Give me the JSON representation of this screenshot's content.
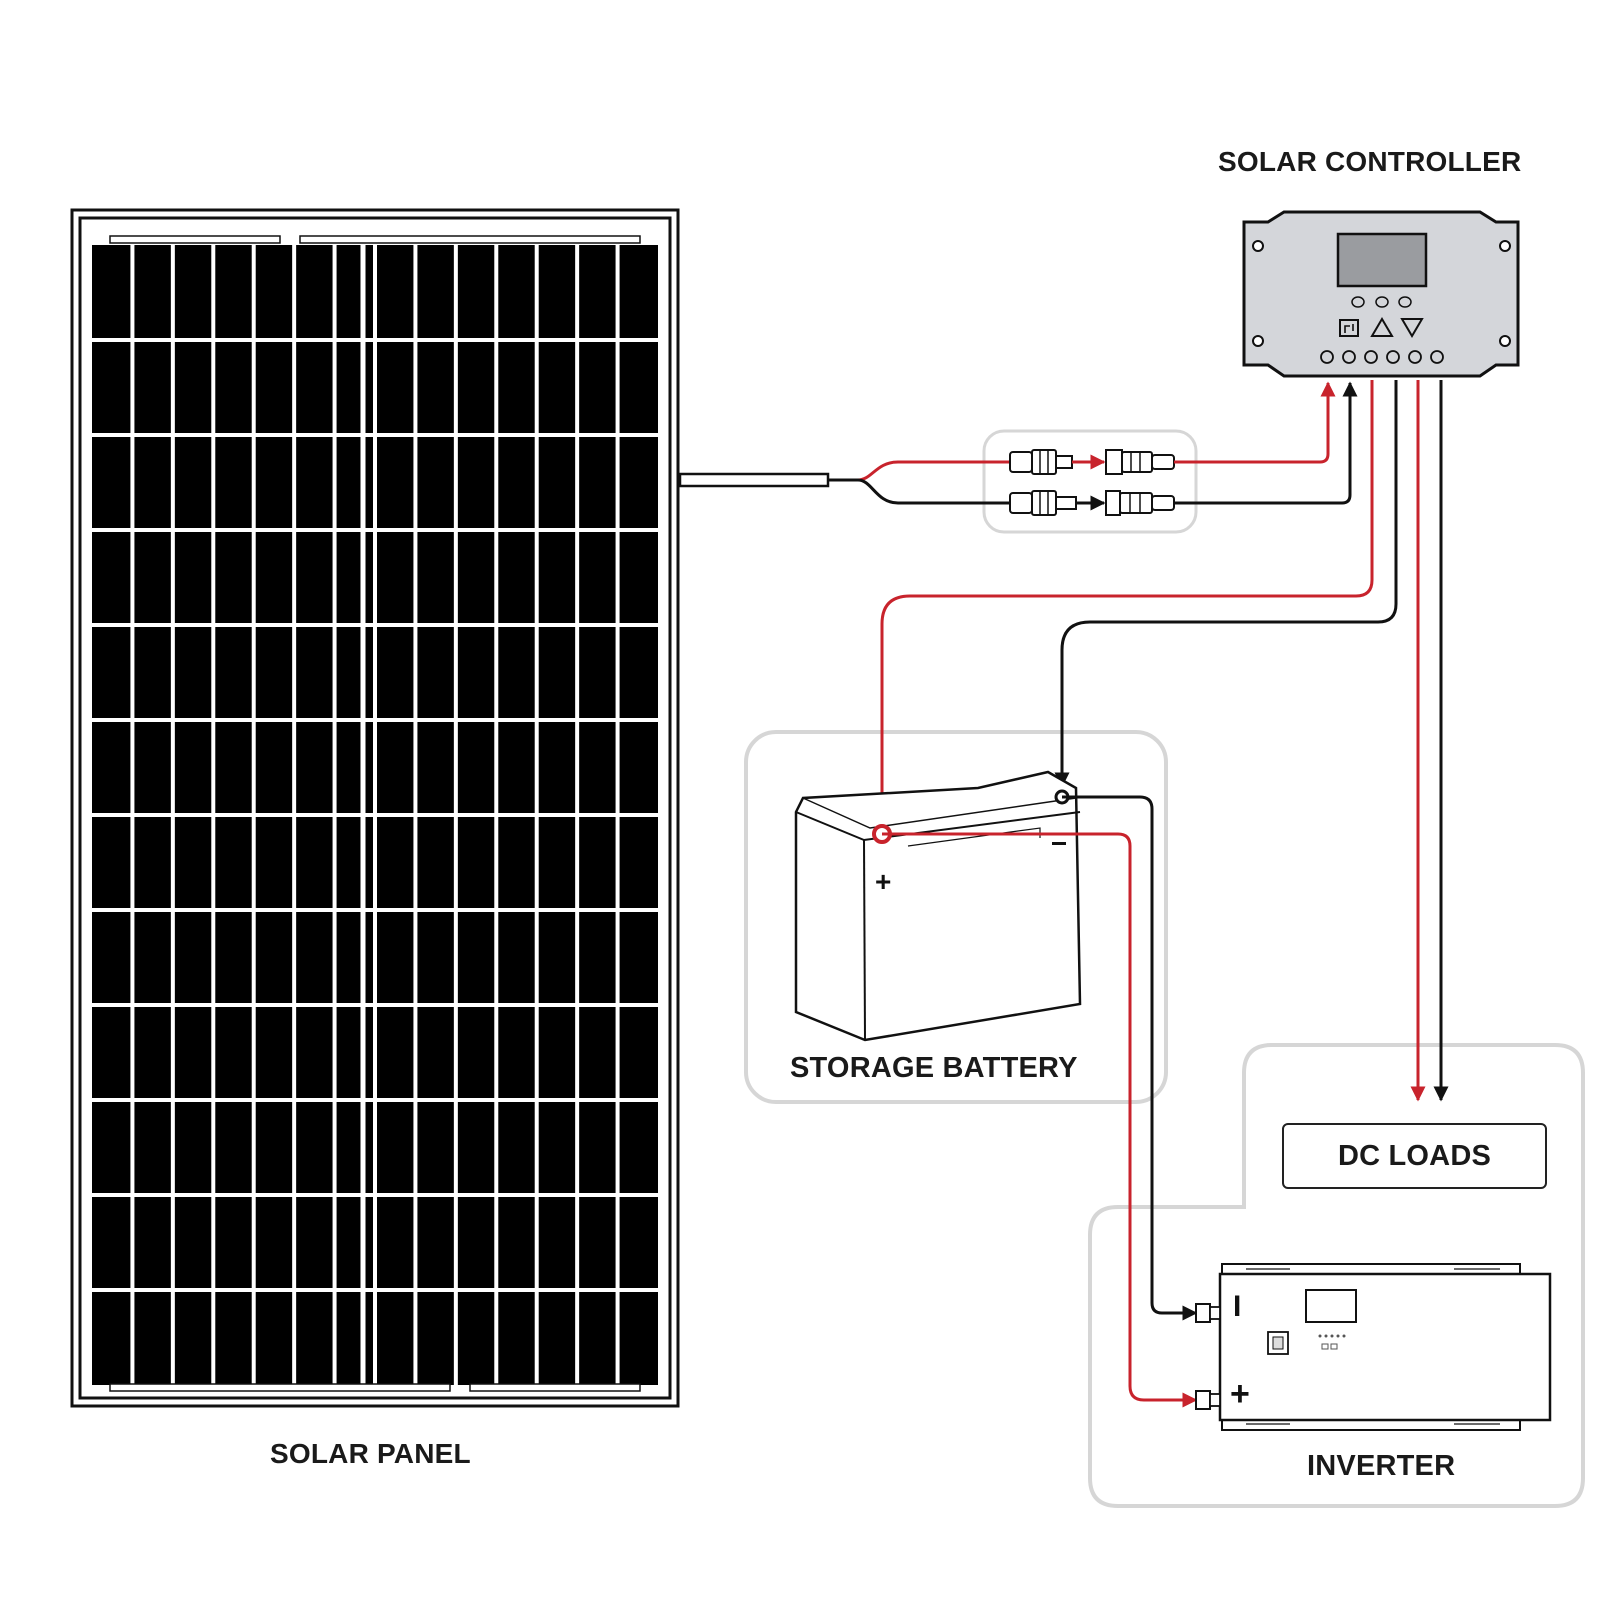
{
  "labels": {
    "solar_controller": "SOLAR CONTROLLER",
    "solar_panel": "SOLAR PANEL",
    "storage_battery": "STORAGE BATTERY",
    "dc_loads": "DC LOADS",
    "inverter": "INVERTER"
  },
  "terminals": {
    "battery_plus": "+",
    "inverter_minus": "I",
    "inverter_plus": "+"
  },
  "colors": {
    "positive_wire": "#c8232c",
    "negative_wire": "#111111",
    "group_outline": "#d6d6d6",
    "panel_cells": "#000000",
    "panel_grid": "#ffffff",
    "controller_body": "#d4d6da",
    "controller_screen": "#9a9ca0"
  },
  "panel_grid": {
    "columns": 14,
    "rows": 12
  }
}
